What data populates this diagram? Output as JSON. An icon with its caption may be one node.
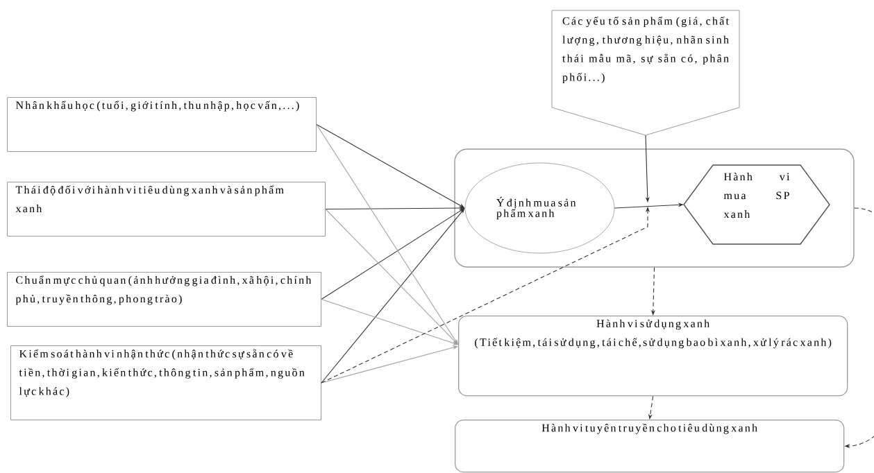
{
  "diagram": {
    "nodes": [
      {
        "text": [
          "Nhân khẩu học (tuổi, giới tính, thu nhập, học vấn,...)"
        ]
      },
      {
        "text": [
          "Thái độ đối với hành vi tiêu dùng xanh và sản phẩm xanh"
        ]
      },
      {
        "text": [
          "Chuẩn mực chủ quan (ảnh hưởng gia đình, xã hội, chính phủ, truyền thông, phong trào)"
        ]
      },
      {
        "text": [
          "Kiểm soát hành vi nhận thức (nhận thức sự sẵn có về tiền, thời gian, kiến thức, thông tin, sản phẩm, nguồn lực khác)"
        ]
      },
      {
        "text": [
          "Các yếu tố sản phẩm (giá, chất lượng, thương hiệu, nhãn sinh thái mẫu mã, sự sẵn có, phân phối...)"
        ]
      },
      {
        "text": [],
        "shape": "box"
      },
      {
        "text": [
          "Ý định mua sản phẩm xanh"
        ],
        "in": 5
      },
      {
        "text": [
          "Hành vi mua SP xanh"
        ],
        "in": 5
      },
      {
        "text": [
          "Hành vi sử dụng xanh",
          "(Tiết kiệm, tái sử dụng, tái chế,sử dụng bao bì xanh, xử lý rác xanh)"
        ]
      },
      {
        "text": [
          "Hành vi tuyên truyền cho tiêu dùng xanh"
        ]
      }
    ],
    "edges": [
      {
        "from": 0,
        "to": 6,
        "arrow": "to"
      },
      {
        "from": 1,
        "to": 6,
        "arrow": "to"
      },
      {
        "from": 2,
        "to": 6,
        "arrow": "to"
      },
      {
        "from": 3,
        "to": 6,
        "arrow": "to"
      },
      {
        "from": 0,
        "to": 8,
        "arrow": "to",
        "color": "#a0a0a0"
      },
      {
        "from": 1,
        "to": 8,
        "arrow": "to",
        "color": "#a0a0a0"
      },
      {
        "from": 2,
        "to": 8,
        "arrow": "to",
        "color": "#a0a0a0"
      },
      {
        "from": 3,
        "to": 8,
        "arrow": "to",
        "color": "#a0a0a0"
      },
      {
        "from": 4,
        "to": null,
        "arrow": "to"
      },
      {
        "from": 3,
        "to": null,
        "arrow": "to",
        "style": "dashed"
      },
      {
        "from": 6,
        "to": 7,
        "arrow": "to"
      },
      {
        "from": 5,
        "to": 8,
        "arrow": "to",
        "style": "dashed"
      },
      {
        "from": 8,
        "to": 9,
        "arrow": "to",
        "style": "dashed"
      },
      {
        "from": 5,
        "to": 9,
        "arrow": "to",
        "style": "dashed"
      }
    ]
  }
}
